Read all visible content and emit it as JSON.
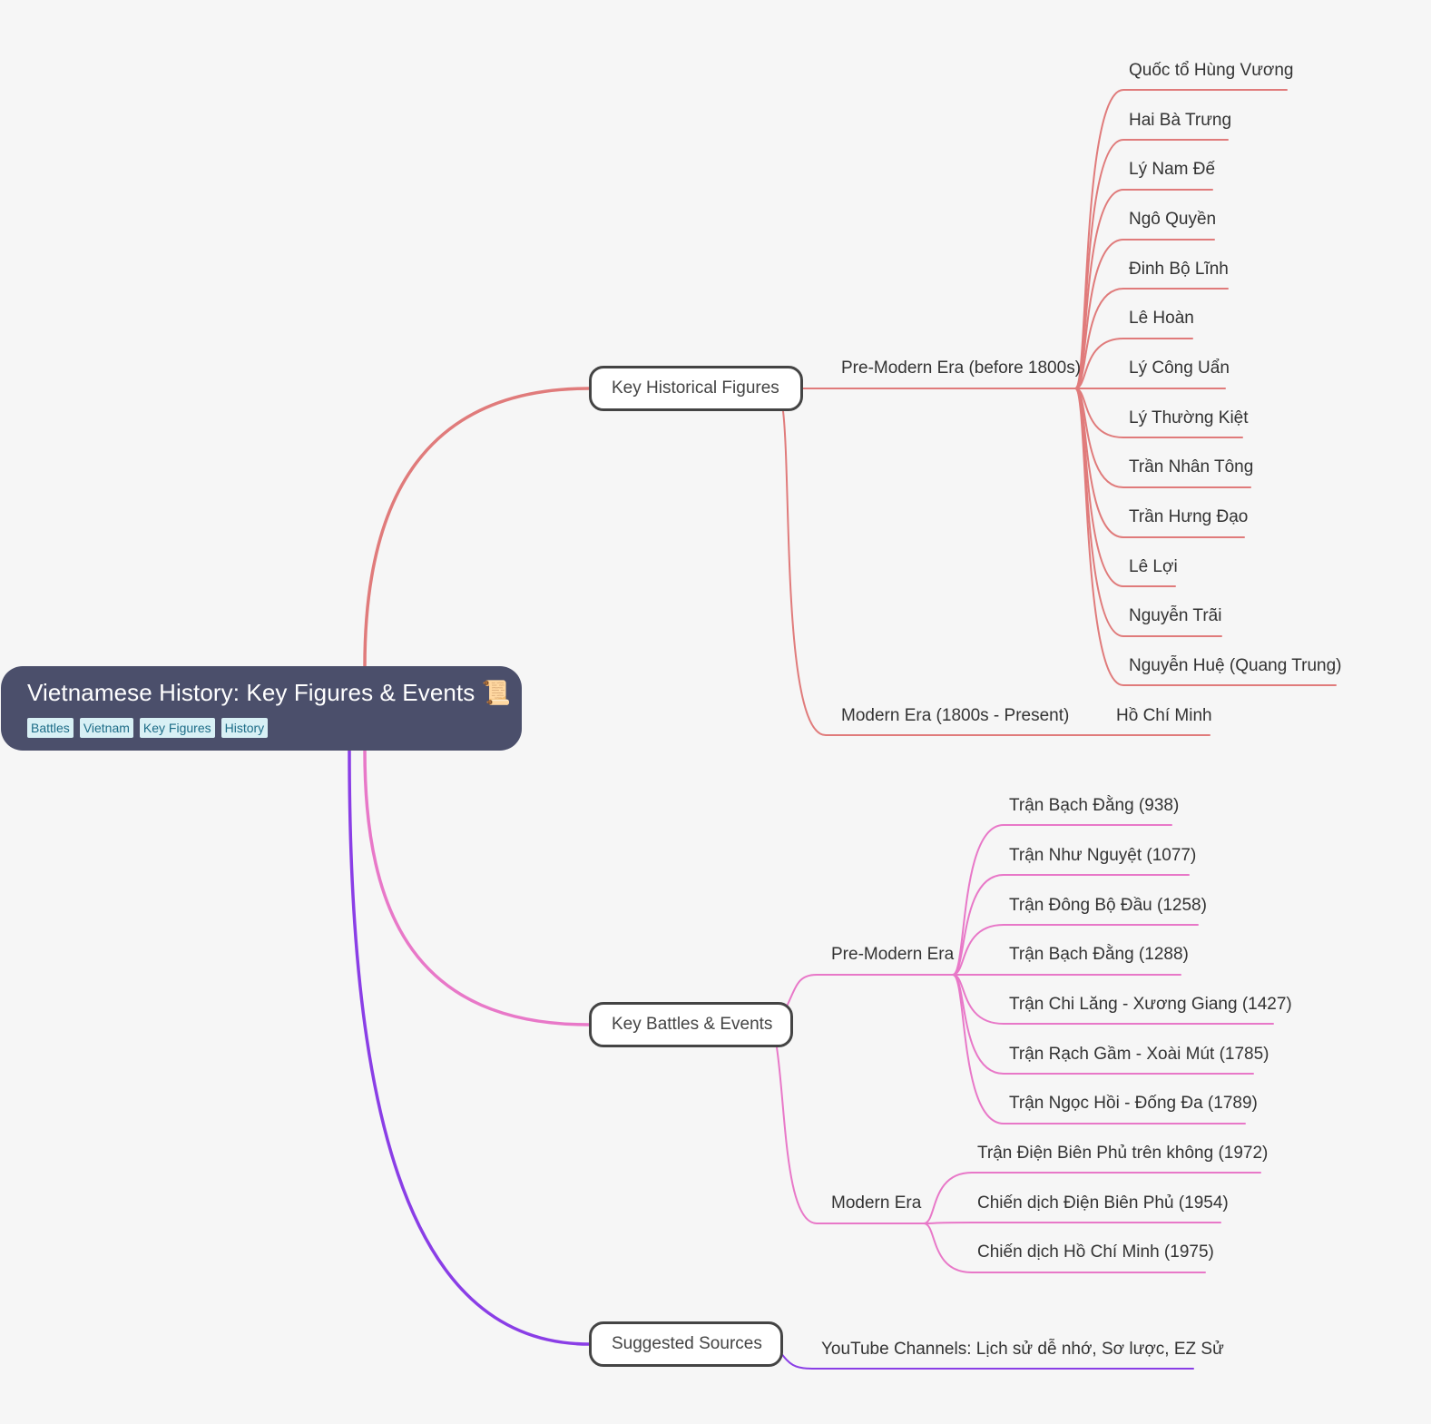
{
  "root": {
    "title": "Vietnamese History: Key Figures & Events",
    "icon": "scroll-icon",
    "icon_glyph": "📜",
    "tags": [
      "Battles",
      "Vietnam",
      "Key Figures",
      "History"
    ]
  },
  "colors": {
    "figures": "#e07b7b",
    "battles": "#e878c8",
    "sources": "#8a3ee6",
    "root_bg": "#4b4f6b"
  },
  "branches": {
    "figures": {
      "label": "Key Historical Figures",
      "pre_modern": {
        "label": "Pre-Modern Era (before 1800s)",
        "items": [
          "Quốc tổ Hùng Vương",
          "Hai Bà Trưng",
          "Lý Nam Đế",
          "Ngô Quyền",
          "Đinh Bộ Lĩnh",
          "Lê Hoàn",
          "Lý Công Uẩn",
          "Lý Thường Kiệt",
          "Trần Nhân Tông",
          "Trần Hưng Đạo",
          "Lê Lợi",
          "Nguyễn Trãi",
          "Nguyễn Huệ (Quang Trung)"
        ]
      },
      "modern": {
        "label": "Modern Era (1800s - Present)",
        "items": [
          "Hồ Chí Minh"
        ]
      }
    },
    "battles": {
      "label": "Key Battles & Events",
      "pre_modern": {
        "label": "Pre-Modern Era",
        "items": [
          "Trận Bạch Đằng (938)",
          "Trận Như Nguyệt (1077)",
          "Trận Đông Bộ Đầu (1258)",
          "Trận Bạch Đằng (1288)",
          "Trận Chi Lăng - Xương Giang (1427)",
          "Trận Rạch Gầm - Xoài Mút (1785)",
          "Trận Ngọc Hồi - Đống Đa (1789)"
        ]
      },
      "modern": {
        "label": "Modern Era",
        "items": [
          "Trận Điện Biên Phủ trên không (1972)",
          "Chiến dịch Điện Biên Phủ (1954)",
          "Chiến dịch Hồ Chí Minh (1975)"
        ]
      }
    },
    "sources": {
      "label": "Suggested Sources",
      "items": [
        "YouTube Channels: Lịch sử dễ nhớ, Sơ lược, EZ Sử"
      ]
    }
  }
}
